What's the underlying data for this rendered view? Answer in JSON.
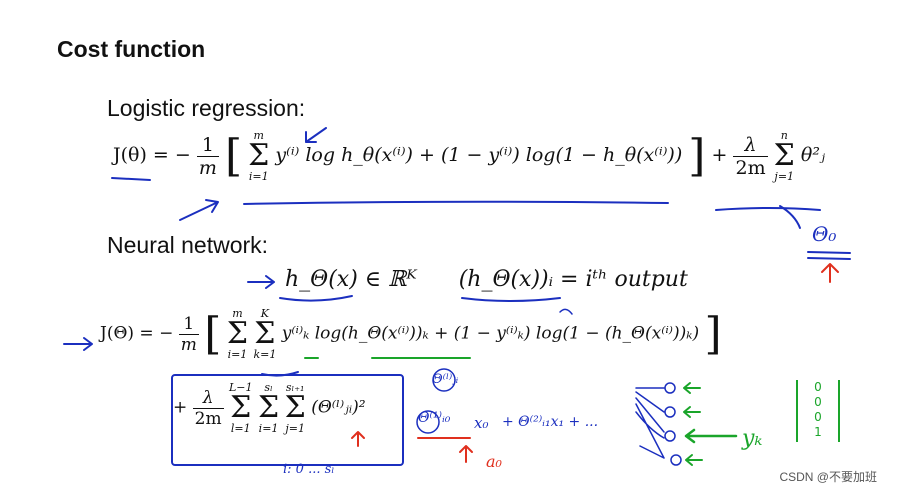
{
  "slide": {
    "title": "Cost function",
    "logistic_heading": "Logistic regression:",
    "neural_heading": "Neural network:",
    "watermark": "CSDN @不要加班"
  },
  "eq_logistic": {
    "lhs": "J(θ) = −",
    "coef_num": "1",
    "coef_den": "m",
    "sum_top": "m",
    "sum_bot": "i=1",
    "body": "y⁽ⁱ⁾ log h_θ(x⁽ⁱ⁾) + (1 − y⁽ⁱ⁾) log(1 − h_θ(x⁽ⁱ⁾))",
    "reg_num": "λ",
    "reg_den": "2m",
    "reg_sum_top": "n",
    "reg_sum_bot": "j=1",
    "reg_term": "θ²ⱼ"
  },
  "eq_hypothesis": {
    "left": "h_Θ(x) ∈ ℝᴷ",
    "right": "(h_Θ(x))ᵢ = iᵗʰ output"
  },
  "eq_neural": {
    "lhs": "J(Θ) = −",
    "coef_num": "1",
    "coef_den": "m",
    "sum1_top": "m",
    "sum1_bot": "i=1",
    "sum2_top": "K",
    "sum2_bot": "k=1",
    "body": "y⁽ⁱ⁾ₖ log(h_Θ(x⁽ⁱ⁾))ₖ + (1 − y⁽ⁱ⁾ₖ) log(1 − (h_Θ(x⁽ⁱ⁾))ₖ)",
    "reg_prefix": "+",
    "reg_num": "λ",
    "reg_den": "2m",
    "rsum1_top": "L−1",
    "rsum1_bot": "l=1",
    "rsum2_top": "sₗ",
    "rsum2_bot": "i=1",
    "rsum3_top": "sₗ₊₁",
    "rsum3_bot": "j=1",
    "reg_term": "(Θ⁽ˡ⁾ⱼᵢ)²"
  },
  "annotations": {
    "theta_zero": "Θ₀",
    "a_zero": "a₀",
    "x_zero": "x₀",
    "series": "+ Θ⁽²⁾ᵢ₁x₁ + ...",
    "theta_ji": "Θ⁽ˡ⁾ⱼᵢ",
    "theta_i0": "Θ⁽¹⁾ᵢ₀",
    "yk": "yₖ",
    "i_range": "i: 0 ... sₗ",
    "vector": [
      "0",
      "0",
      "0",
      "1"
    ]
  },
  "colors": {
    "ink_blue": "#1b2fbf",
    "ink_green": "#1aa52a",
    "ink_red": "#e0301e"
  }
}
